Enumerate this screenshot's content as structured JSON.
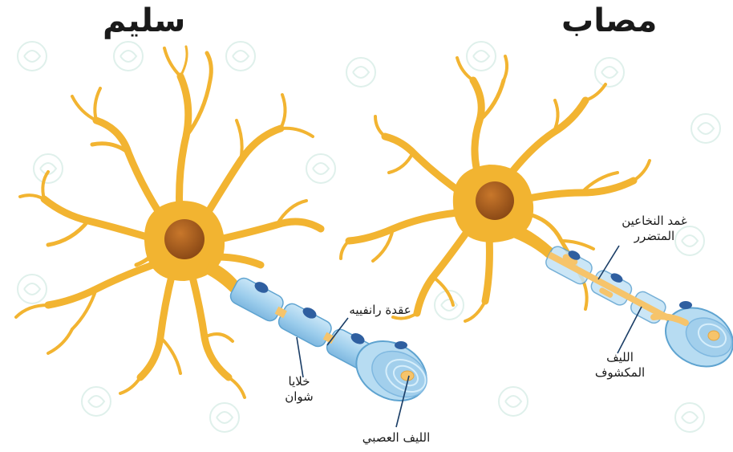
{
  "titles": {
    "healthy": "سليم",
    "affected": "مصاب"
  },
  "labels": {
    "node_of_ranvier": "عقدة رانفييه",
    "schwann_cells": [
      "خلايا",
      "شوان"
    ],
    "nerve_fiber": "الليف العصبي",
    "damaged_myelin": [
      "غمد النخاعين",
      "المتضرر"
    ],
    "exposed_fiber": [
      "الليف",
      "المكشوف"
    ]
  },
  "colors": {
    "neuron_body": "#f2b431",
    "neuron_nucleus": "#a65c1e",
    "myelin": "#a9d4ef",
    "myelin_edge": "#5ea3d0",
    "schwann_nucleus": "#2f5fa0",
    "axon": "#f6c46b",
    "leader_line": "#1a3d66",
    "watermark": "#d8ece6"
  },
  "icons": [
    "neuron-healthy-illustration",
    "neuron-damaged-illustration",
    "watermark-logo"
  ]
}
